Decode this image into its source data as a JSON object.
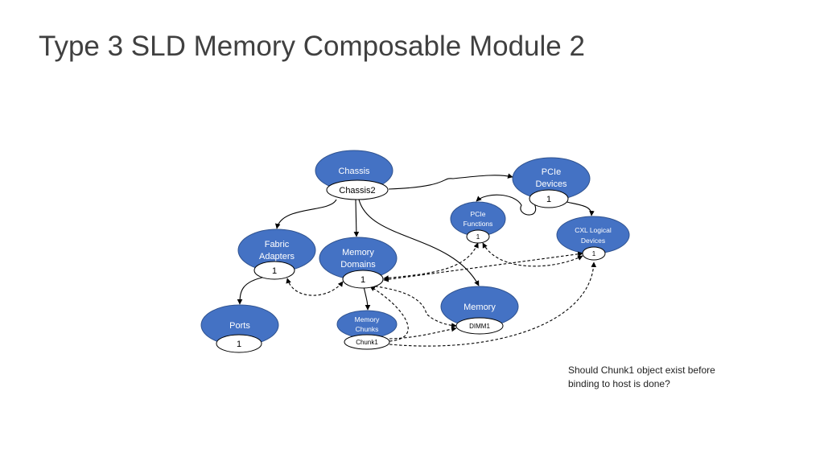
{
  "title": "Type 3 SLD Memory Composable Module 2",
  "colors": {
    "node_fill": "#4472C4",
    "node_stroke": "#2F528F",
    "edge": "#000000"
  },
  "nodes": {
    "chassis": {
      "lines": [
        "Chassis"
      ]
    },
    "pcie_devices": {
      "lines": [
        "PCIe",
        "Devices"
      ]
    },
    "pcie_functions": {
      "lines": [
        "PCIe",
        "Functions"
      ]
    },
    "cxl_logical": {
      "lines": [
        "CXL Logical",
        "Devices"
      ]
    },
    "fabric_adapters": {
      "lines": [
        "Fabric",
        "Adapters"
      ]
    },
    "memory_domains": {
      "lines": [
        "Memory",
        "Domains"
      ]
    },
    "memory": {
      "lines": [
        "Memory"
      ]
    },
    "ports": {
      "lines": [
        "Ports"
      ]
    },
    "memory_chunks": {
      "lines": [
        "Memory",
        "Chunks"
      ]
    }
  },
  "instances": {
    "chassis2": "Chassis2",
    "pcie_devices_1": "1",
    "pcie_functions_1": "1",
    "cxl_logical_1": "1",
    "fabric_adapters_1": "1",
    "memory_domains_1": "1",
    "dimm1": "DIMM1",
    "ports_1": "1",
    "chunk1": "Chunk1"
  },
  "note": "Should Chunk1 object exist before binding to host is done?"
}
